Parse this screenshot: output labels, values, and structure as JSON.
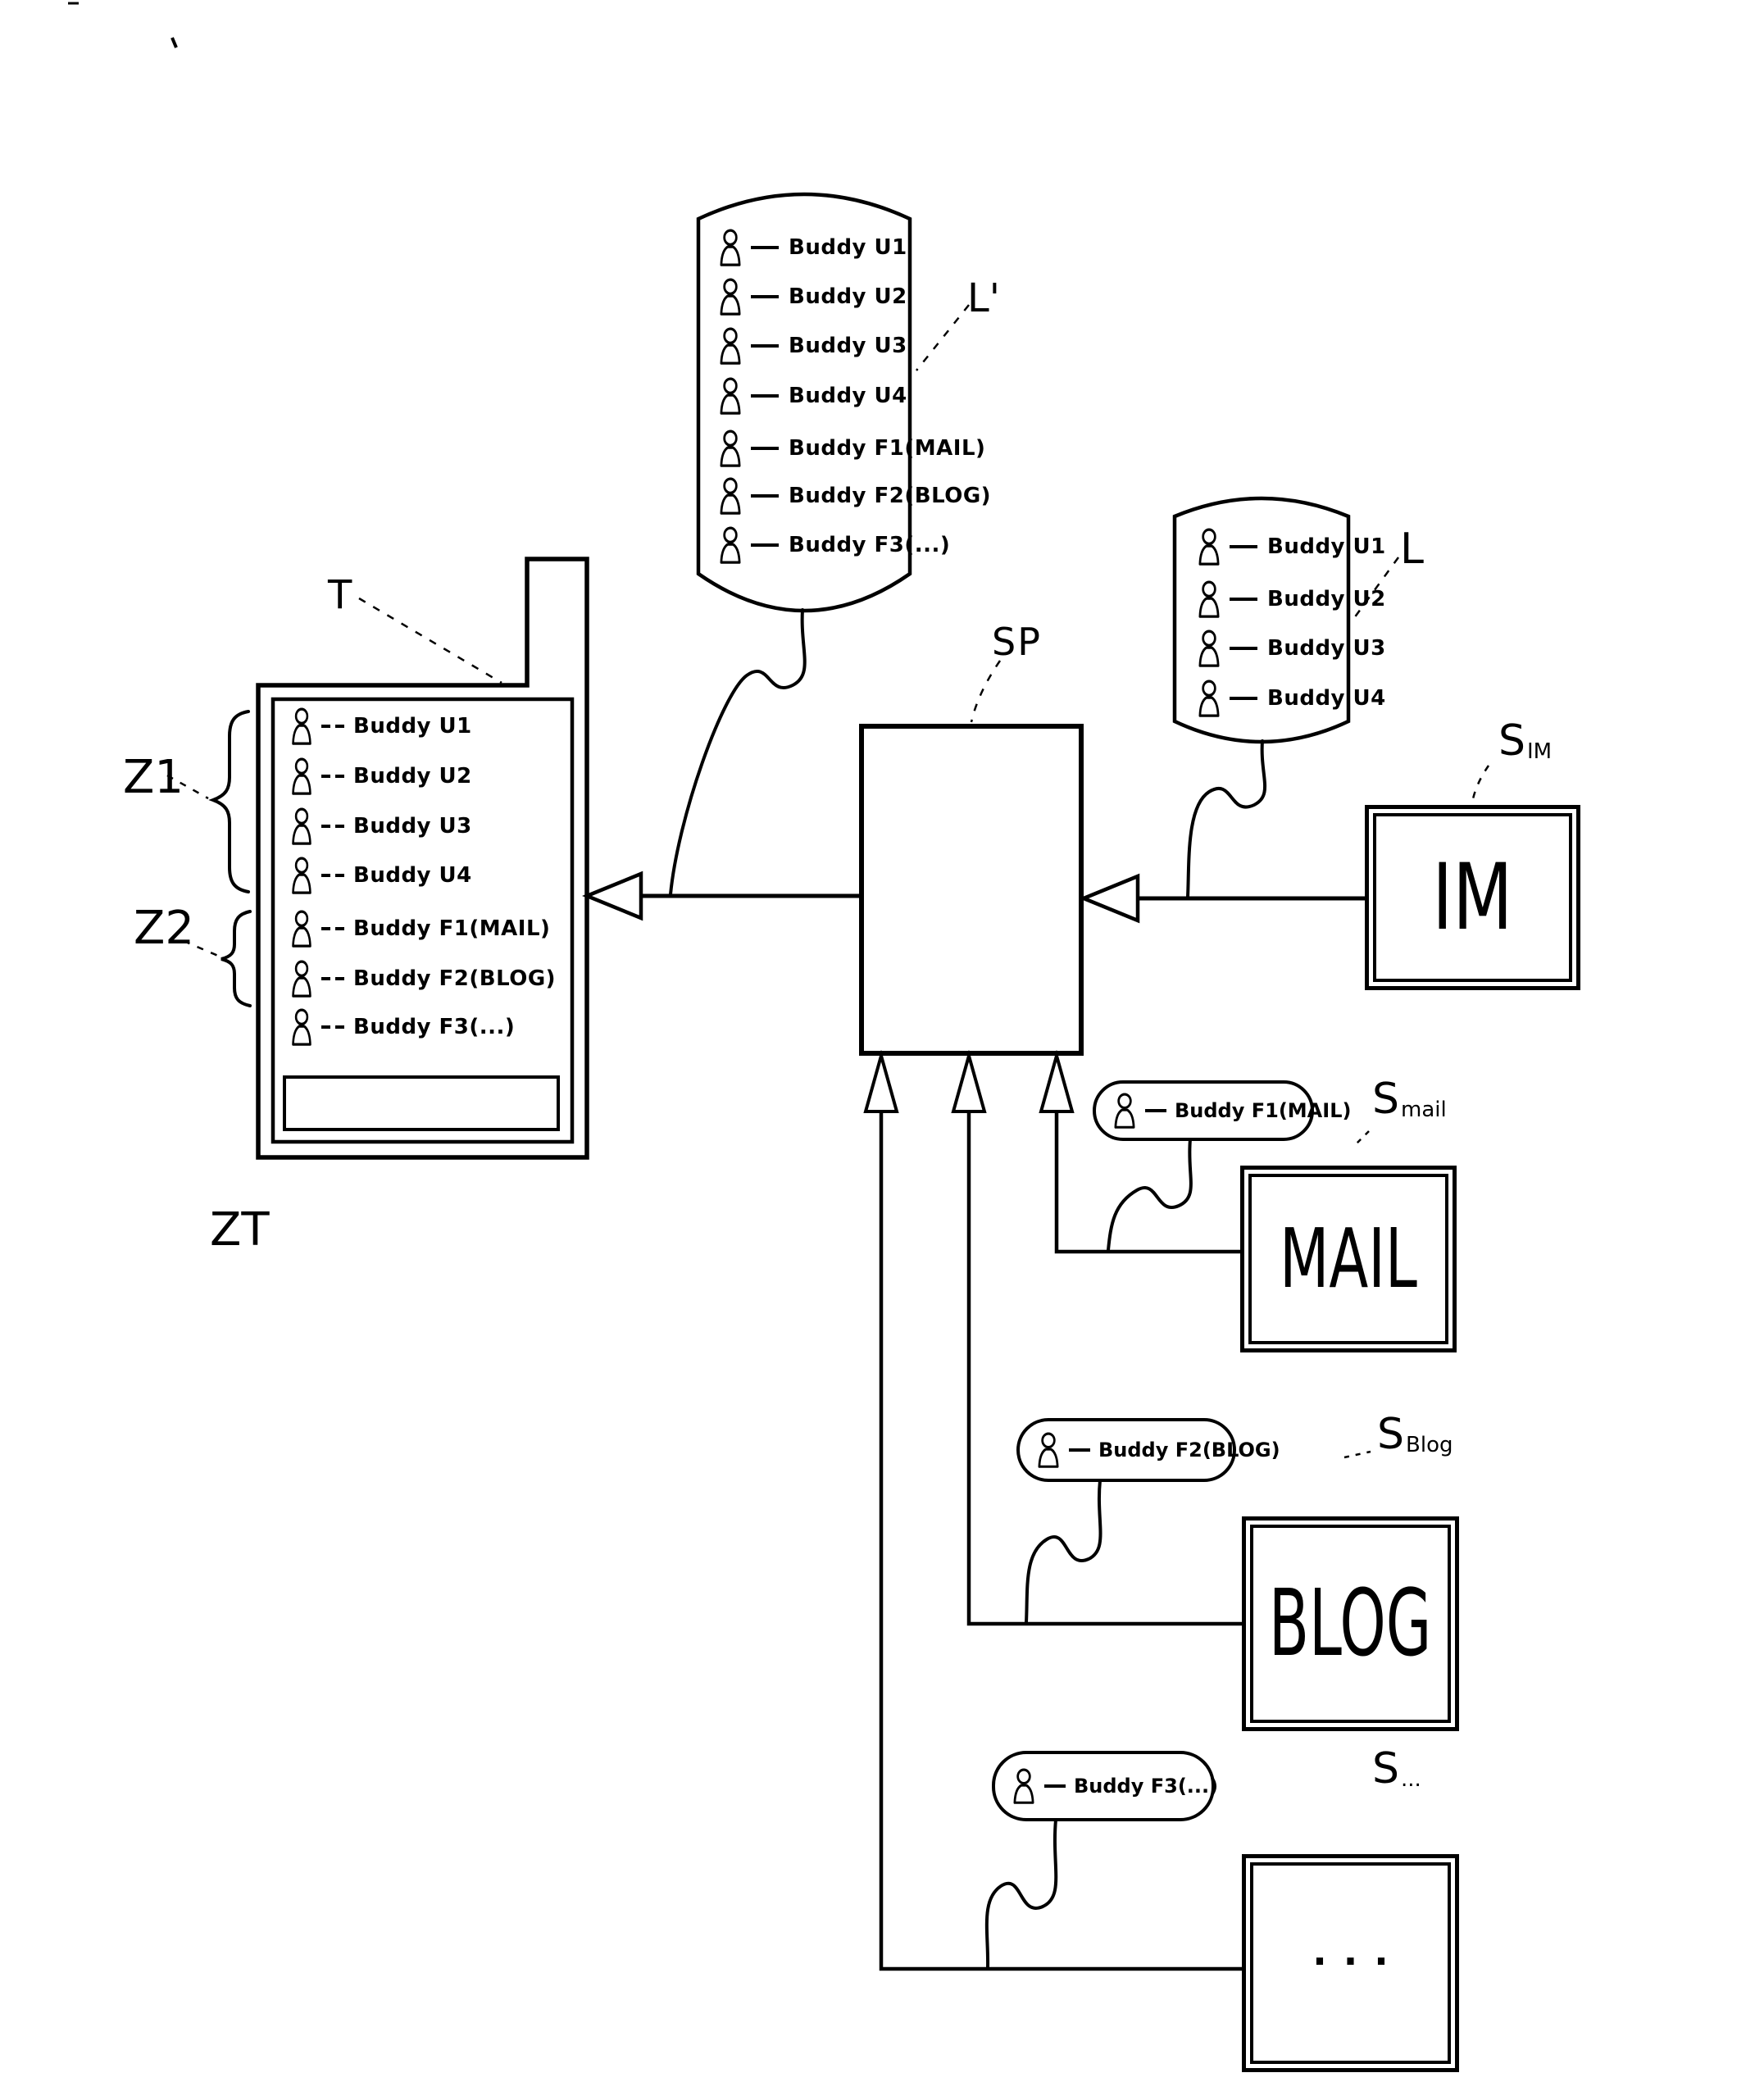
{
  "labels": {
    "terminal": "T",
    "aggregated_list": "L'",
    "im_list": "L",
    "server": "SP",
    "zone1": "Z1",
    "zone2": "Z2",
    "zone_terminal": "ZT"
  },
  "services": {
    "im": {
      "ref_base": "S",
      "ref_sub": "IM",
      "box_text": "IM"
    },
    "mail": {
      "ref_base": "S",
      "ref_sub": "mail",
      "box_text": "MAIL"
    },
    "blog": {
      "ref_base": "S",
      "ref_sub": "Blog",
      "box_text": "BLOG"
    },
    "other": {
      "ref_base": "S",
      "ref_sub": "...",
      "box_text": "..."
    }
  },
  "aggregated_list": {
    "items": [
      "Buddy U1",
      "Buddy U2",
      "Buddy U3",
      "Buddy U4",
      "Buddy F1(MAIL)",
      "Buddy F2(BLOG)",
      "Buddy F3(...)"
    ]
  },
  "im_buddy_list": {
    "items": [
      "Buddy U1",
      "Buddy U2",
      "Buddy U3",
      "Buddy U4"
    ]
  },
  "terminal_list": {
    "items": [
      "Buddy U1",
      "Buddy U2",
      "Buddy U3",
      "Buddy U4",
      "Buddy F1(MAIL)",
      "Buddy F2(BLOG)",
      "Buddy F3(...)"
    ]
  },
  "buddy_tags": {
    "mail": "Buddy F1(MAIL)",
    "blog": "Buddy F2(BLOG)",
    "other": "Buddy F3(...)"
  }
}
